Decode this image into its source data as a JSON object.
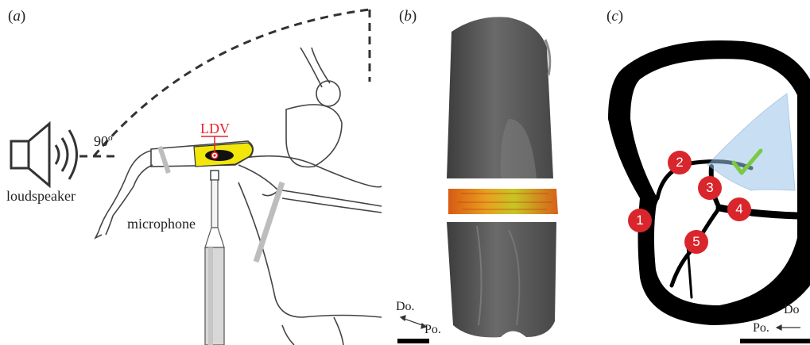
{
  "panel_a": {
    "label_letter": "a",
    "loudspeaker_label": "loudspeaker",
    "microphone_label": "microphone",
    "ldv_label": "LDV",
    "angle_label": "90º"
  },
  "panel_b": {
    "label_letter": "b",
    "axis_dorsal": "Do.",
    "axis_posterior": "Po."
  },
  "panel_c": {
    "label_letter": "c",
    "axis_dorsal": "Do",
    "axis_posterior": "Po.",
    "markers": [
      "1",
      "2",
      "3",
      "4",
      "5"
    ]
  },
  "colors": {
    "highlight_yellow": "#f2e60a",
    "ldv_red": "#e8222a",
    "marker_red": "#d9262c",
    "tissue_black": "#000000",
    "volume_gray": "#5a5a5a",
    "section_orange": "#e0701c",
    "wedge_blue": "#9cc4e8",
    "check_green": "#7ac943"
  }
}
